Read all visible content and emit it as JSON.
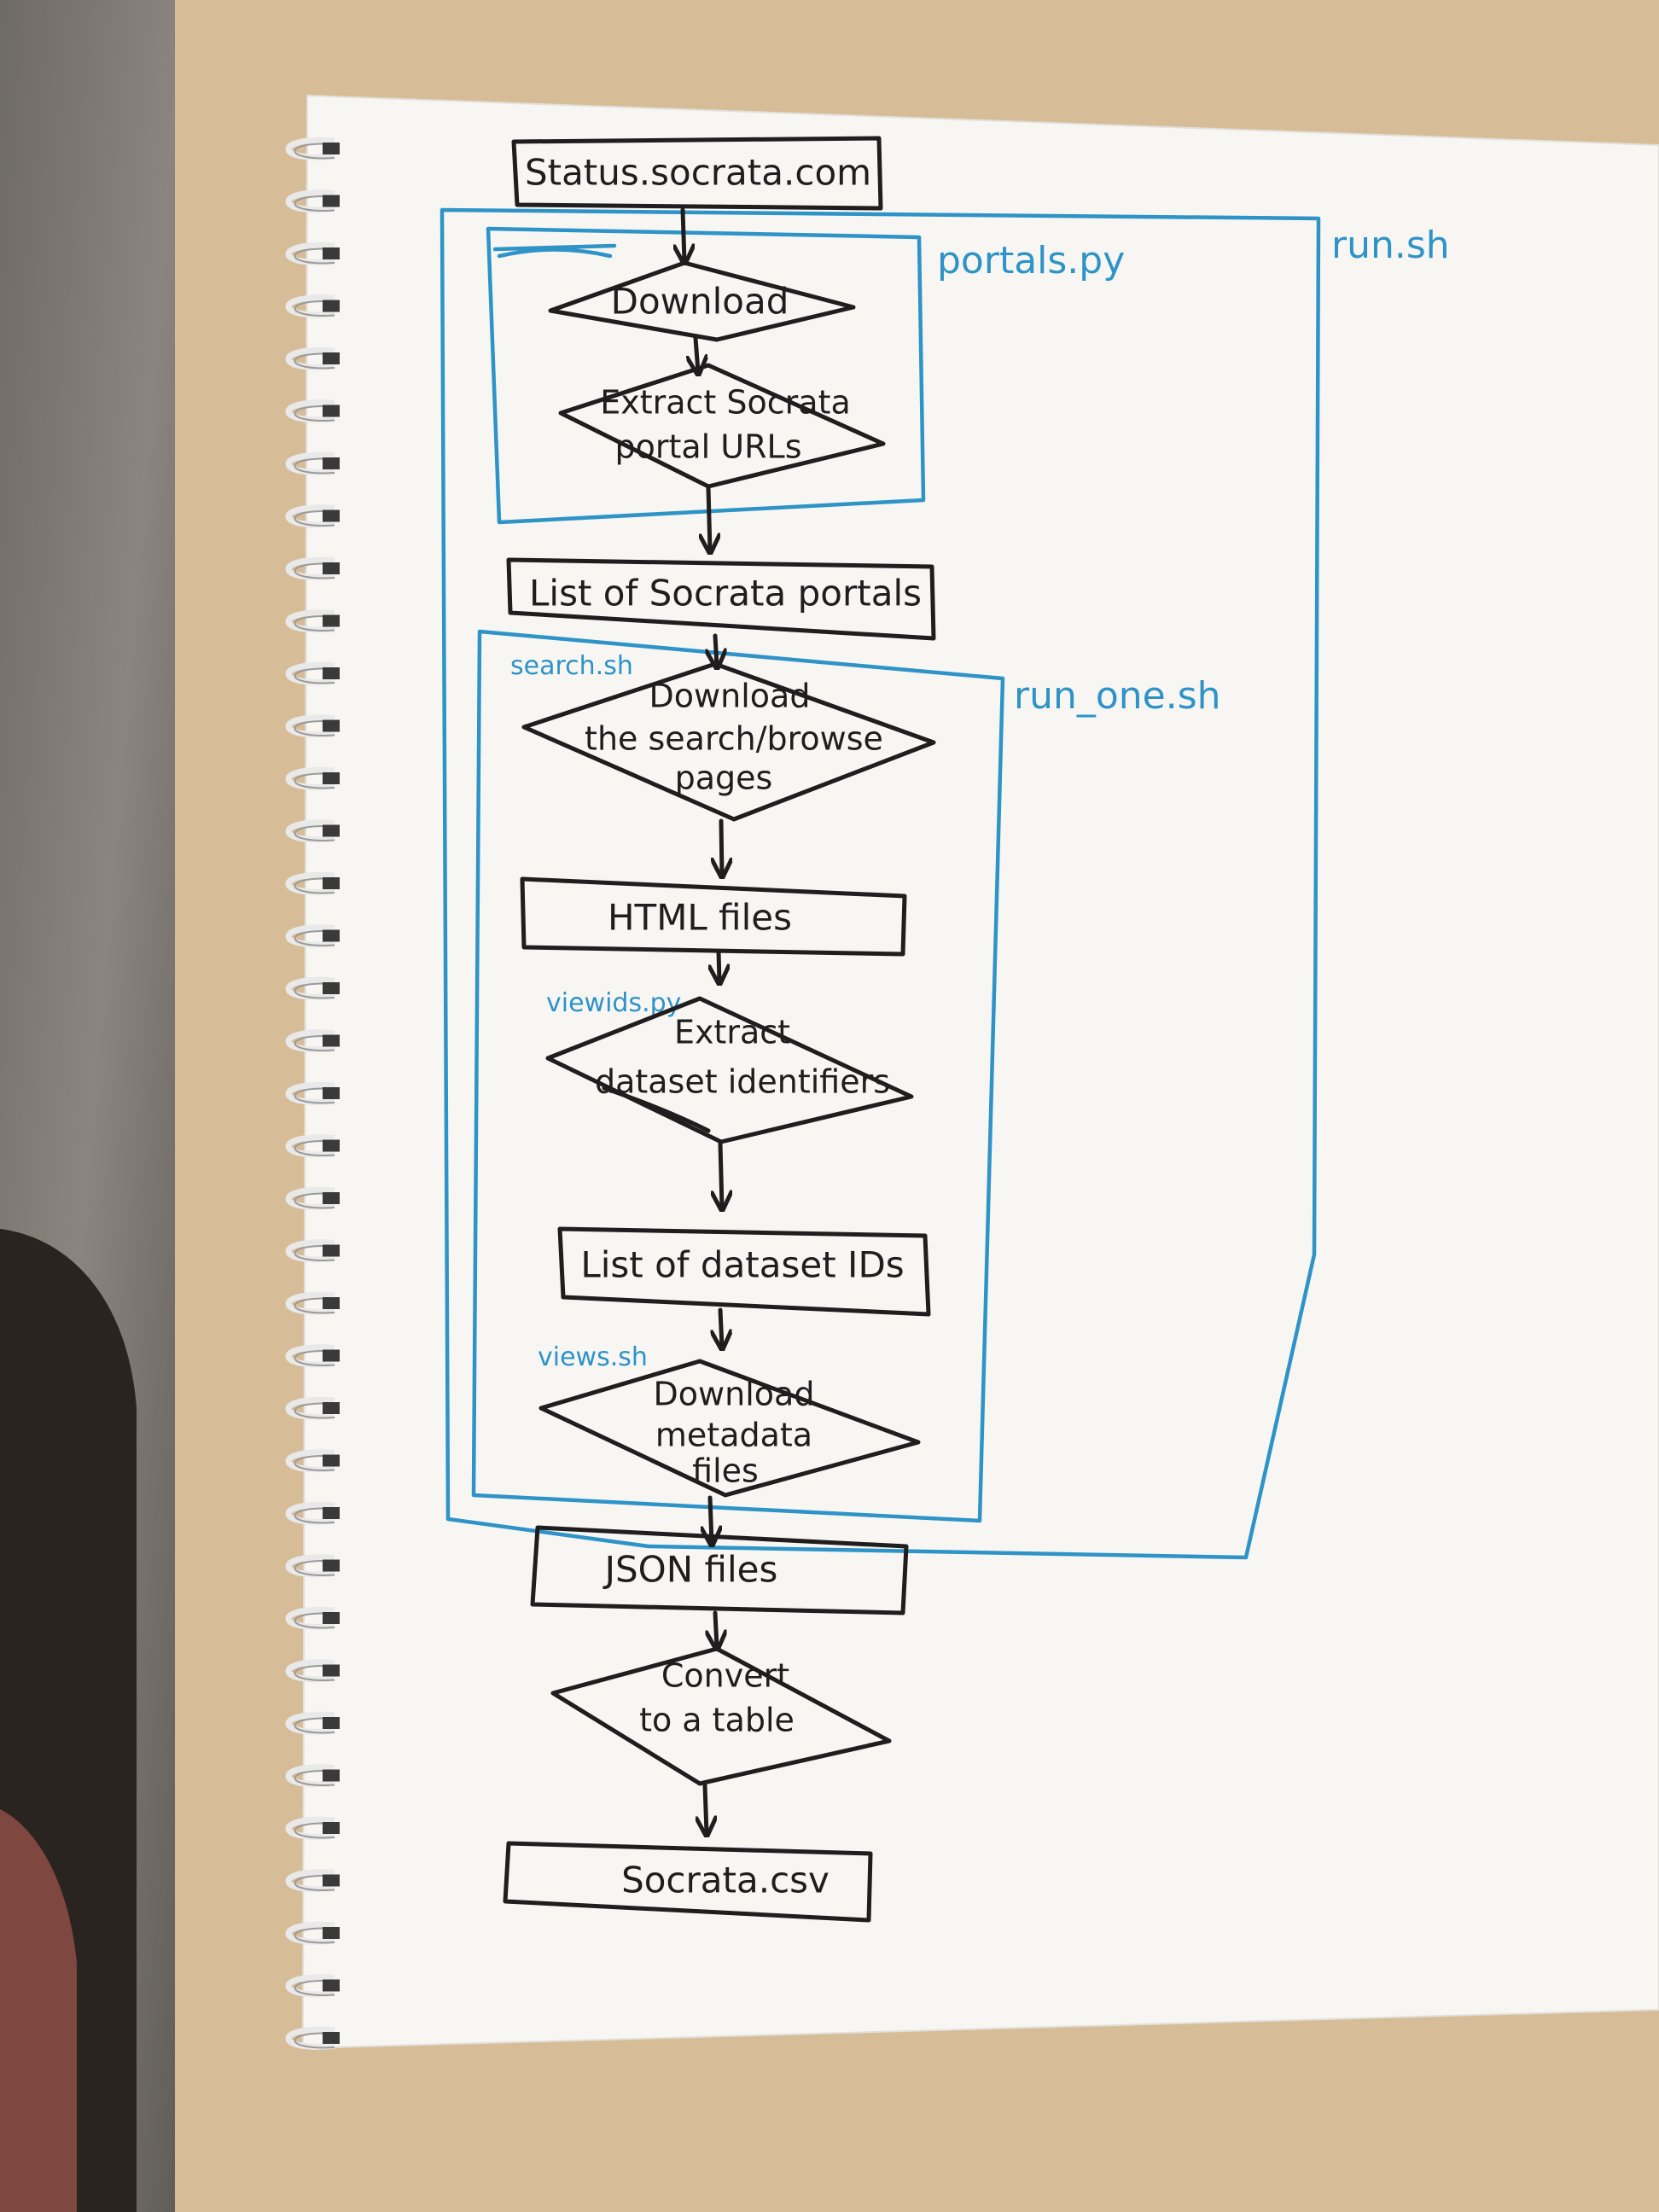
{
  "nodes": {
    "n1": {
      "text": "Status.socrata.com"
    },
    "n2": {
      "text": "Download"
    },
    "n3": {
      "line1": "Extract Socrata",
      "line2": "portal URLs"
    },
    "n4": {
      "text": "List of Socrata portals"
    },
    "n5": {
      "line1": "Download",
      "line2": "the search/browse",
      "line3": "pages"
    },
    "n6": {
      "text": "HTML files"
    },
    "n7": {
      "line1": "Extract",
      "line2": "dataset identifiers"
    },
    "n8": {
      "text": "List of dataset IDs"
    },
    "n9": {
      "line1": "Download",
      "line2": "metadata",
      "line3": "files"
    },
    "n10": {
      "text": "JSON files"
    },
    "n11": {
      "line1": "Convert",
      "line2": "to a table"
    },
    "n12": {
      "text": "Socrata.csv"
    }
  },
  "groups": {
    "run_sh": {
      "label": "run.sh"
    },
    "portals_py": {
      "label": "portals.py"
    },
    "run_one_sh": {
      "label": "run_one.sh"
    }
  },
  "step_labels": {
    "search_sh": "search.sh",
    "viewids_py": "viewids.py",
    "views_sh": "views.sh"
  },
  "colors": {
    "ink": "#1f1d1d",
    "blue_marker": "#2e93c7",
    "paper": "#f7f6f3",
    "table": "#d6bb95"
  }
}
